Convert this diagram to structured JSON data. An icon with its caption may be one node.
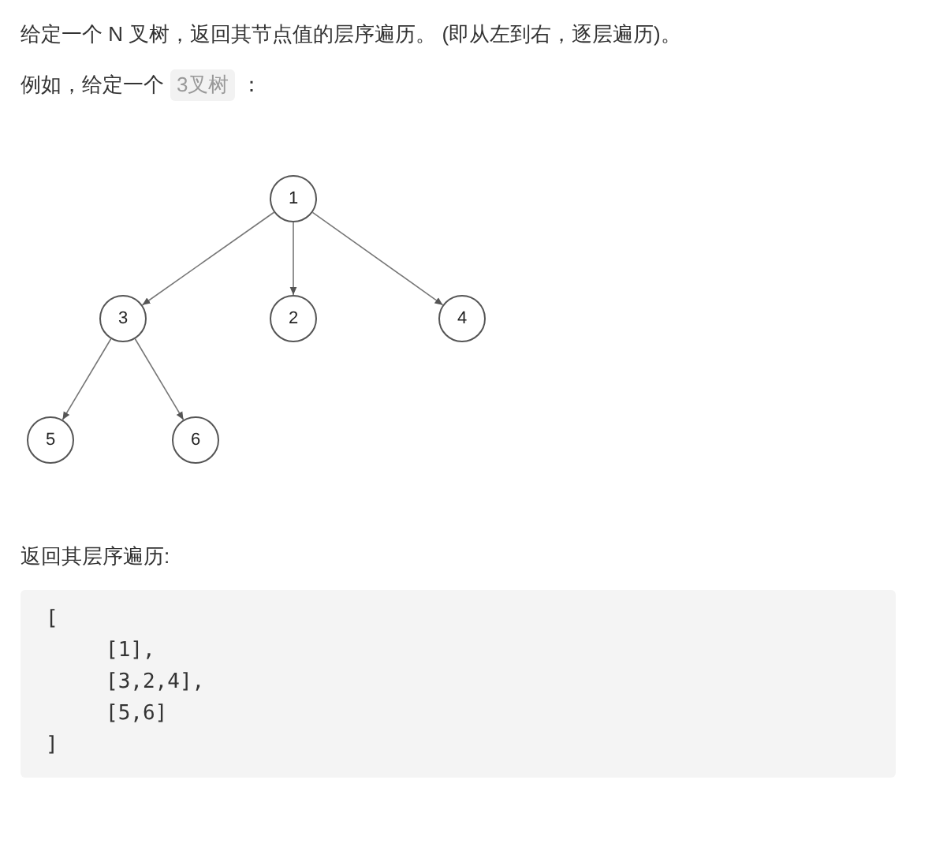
{
  "diagram": {
    "nodes": [
      {
        "text": [
          "1"
        ]
      },
      {
        "text": [
          "3"
        ]
      },
      {
        "text": [
          "2"
        ]
      },
      {
        "text": [
          "4"
        ]
      },
      {
        "text": [
          "5"
        ]
      },
      {
        "text": [
          "6"
        ]
      }
    ],
    "edges": [
      {
        "from": 0,
        "to": 1,
        "arrow": "to"
      },
      {
        "from": 0,
        "to": 2,
        "arrow": "to"
      },
      {
        "from": 0,
        "to": 3,
        "arrow": "to"
      },
      {
        "from": 1,
        "to": 4,
        "arrow": "to"
      },
      {
        "from": 1,
        "to": 5,
        "arrow": "to"
      }
    ],
    "labels": [
      "给定一个 N 叉树，返回其节点值的层序遍历。 (即从左到右，逐层遍历)。",
      "例如，给定一个",
      "3叉树",
      "：",
      "返回其层序遍历:",
      "[",
      "[1],",
      "[3,2,4],",
      "[5,6]",
      "]"
    ]
  }
}
